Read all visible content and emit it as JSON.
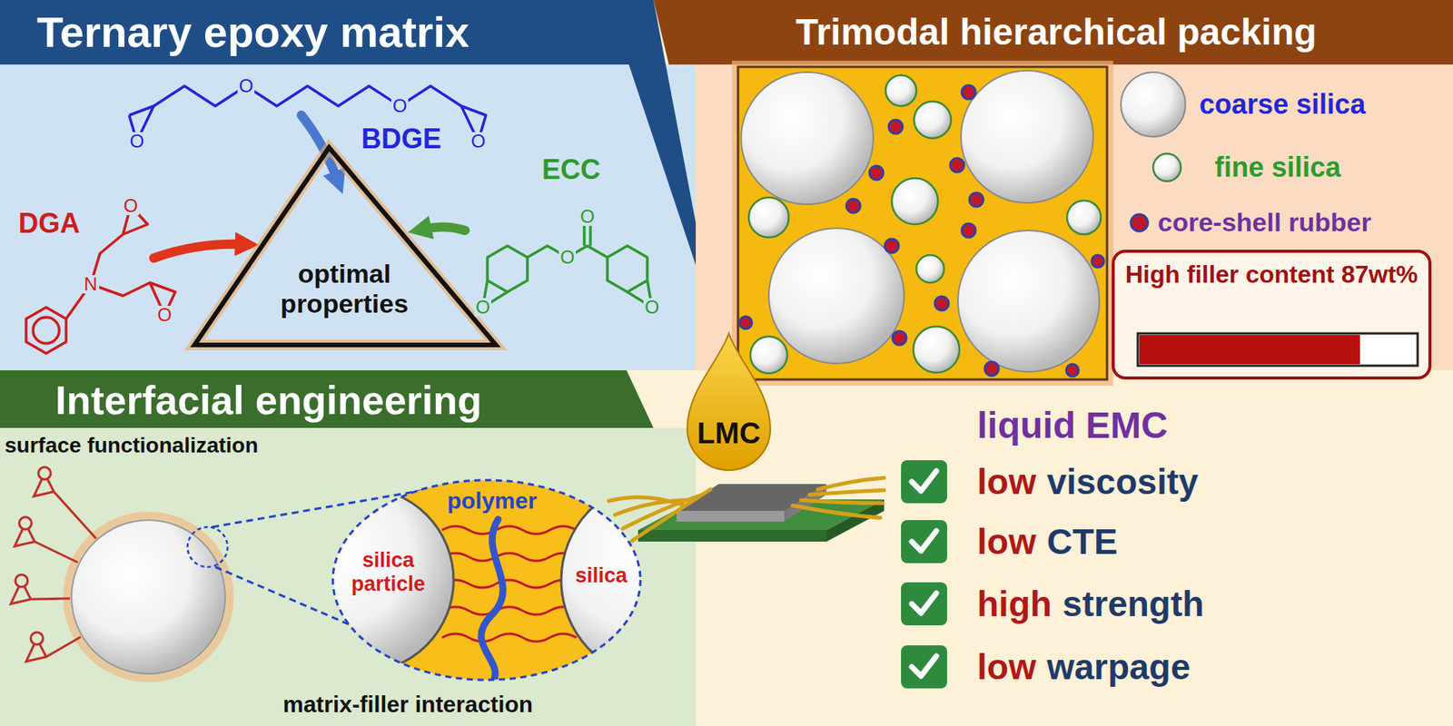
{
  "diagram": {
    "nodes": [
      {
        "text": [
          "Ternary epoxy matrix"
        ]
      },
      {
        "text": [
          "optimal properties"
        ],
        "in": 0
      },
      {
        "text": [
          "Trimodal hierarchical packing"
        ]
      },
      {
        "text": [
          "High filler content 87wt%"
        ],
        "in": 2
      },
      {
        "text": [
          "Interfacial engineering"
        ]
      },
      {
        "text": [
          "LMC"
        ]
      },
      {
        "text": [
          "liquid EMC"
        ]
      }
    ],
    "labels": [
      "BDGE",
      "O",
      "O",
      "O",
      "O",
      "DGA",
      "N",
      "O",
      "O",
      "ECC",
      "O",
      "O",
      "O",
      "O",
      "surface functionalization",
      "polymer",
      "silica particle",
      "silica",
      "matrix-filler interaction",
      "low",
      "viscosity",
      "low",
      "CTE",
      "high",
      "strength",
      "low",
      "warpage"
    ],
    "legend": [
      {
        "text": "coarse silica"
      },
      {
        "text": "fine silica"
      },
      {
        "text": "core-shell rubber"
      }
    ]
  }
}
